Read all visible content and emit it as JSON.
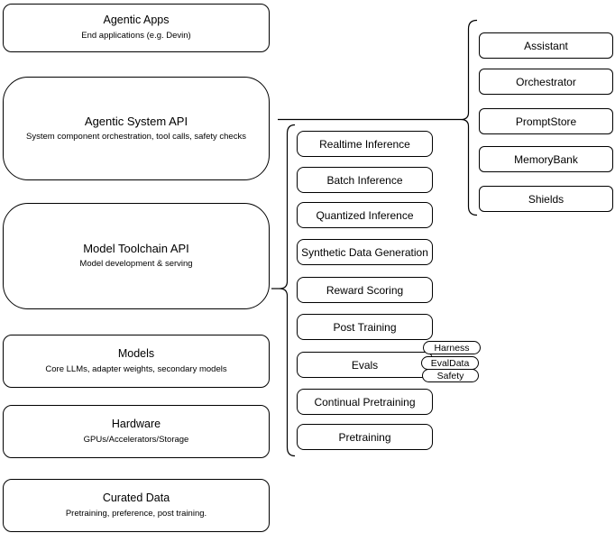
{
  "left_column": [
    {
      "title": "Agentic Apps",
      "subtitle": "End applications (e.g. Devin)"
    },
    {
      "title": "Agentic System API",
      "subtitle": "System component orchestration, tool calls, safety checks"
    },
    {
      "title": "Model Toolchain API",
      "subtitle": "Model development & serving"
    },
    {
      "title": "Models",
      "subtitle": "Core LLMs, adapter weights, secondary models"
    },
    {
      "title": "Hardware",
      "subtitle": "GPUs/Accelerators/Storage"
    },
    {
      "title": "Curated Data",
      "subtitle": "Pretraining, preference, post training."
    }
  ],
  "toolchain": {
    "items": [
      "Realtime Inference",
      "Batch Inference",
      "Quantized Inference",
      "Synthetic Data Generation",
      "Reward Scoring",
      "Post Training",
      "Evals",
      "Continual Pretraining",
      "Pretraining"
    ],
    "eval_pills": [
      "Harness",
      "EvalData",
      "Safety"
    ]
  },
  "system_components": [
    "Assistant",
    "Orchestrator",
    "PromptStore",
    "MemoryBank",
    "Shields"
  ],
  "colors": {
    "stroke": "#000000",
    "background": "#ffffff",
    "text": "#000000"
  }
}
